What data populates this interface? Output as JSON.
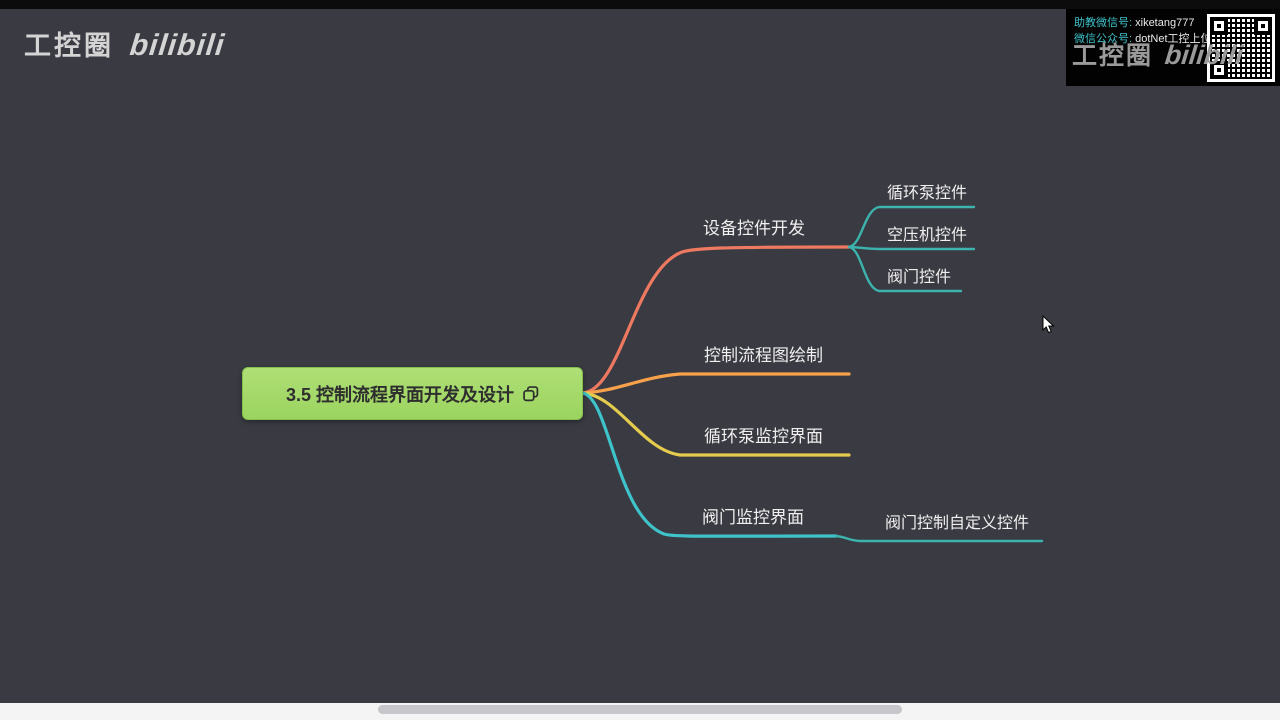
{
  "canvas": {
    "bg_color": "#3a3a42"
  },
  "brand": {
    "name": "工控圈",
    "logo": "bilibili"
  },
  "info_box": {
    "line1_label": "助教微信号:",
    "line1_value": "xiketang777",
    "line2_label": "微信公众号:",
    "line2_value": "dotNet工控上位机",
    "qr": "qr-code"
  },
  "watermark": {
    "name": "工控圈",
    "logo": "bilibili"
  },
  "mindmap": {
    "root": {
      "label": "3.5 控制流程界面开发及设计",
      "icon": "copy-icon",
      "bg_color": "#a6da6d",
      "text_color": "#2e2e2e"
    },
    "child_line_color": "#3cb3ad",
    "branches": [
      {
        "label": "设备控件开发",
        "color": "#ee7961",
        "children": [
          {
            "label": "循环泵控件"
          },
          {
            "label": "空压机控件"
          },
          {
            "label": "阀门控件"
          }
        ]
      },
      {
        "label": "控制流程图绘制",
        "color": "#f7a14b",
        "children": []
      },
      {
        "label": "循环泵监控界面",
        "color": "#e5cb4e",
        "children": []
      },
      {
        "label": "阀门监控界面",
        "color": "#3fc3ca",
        "children": [
          {
            "label": "阀门控制自定义控件"
          }
        ]
      }
    ]
  }
}
